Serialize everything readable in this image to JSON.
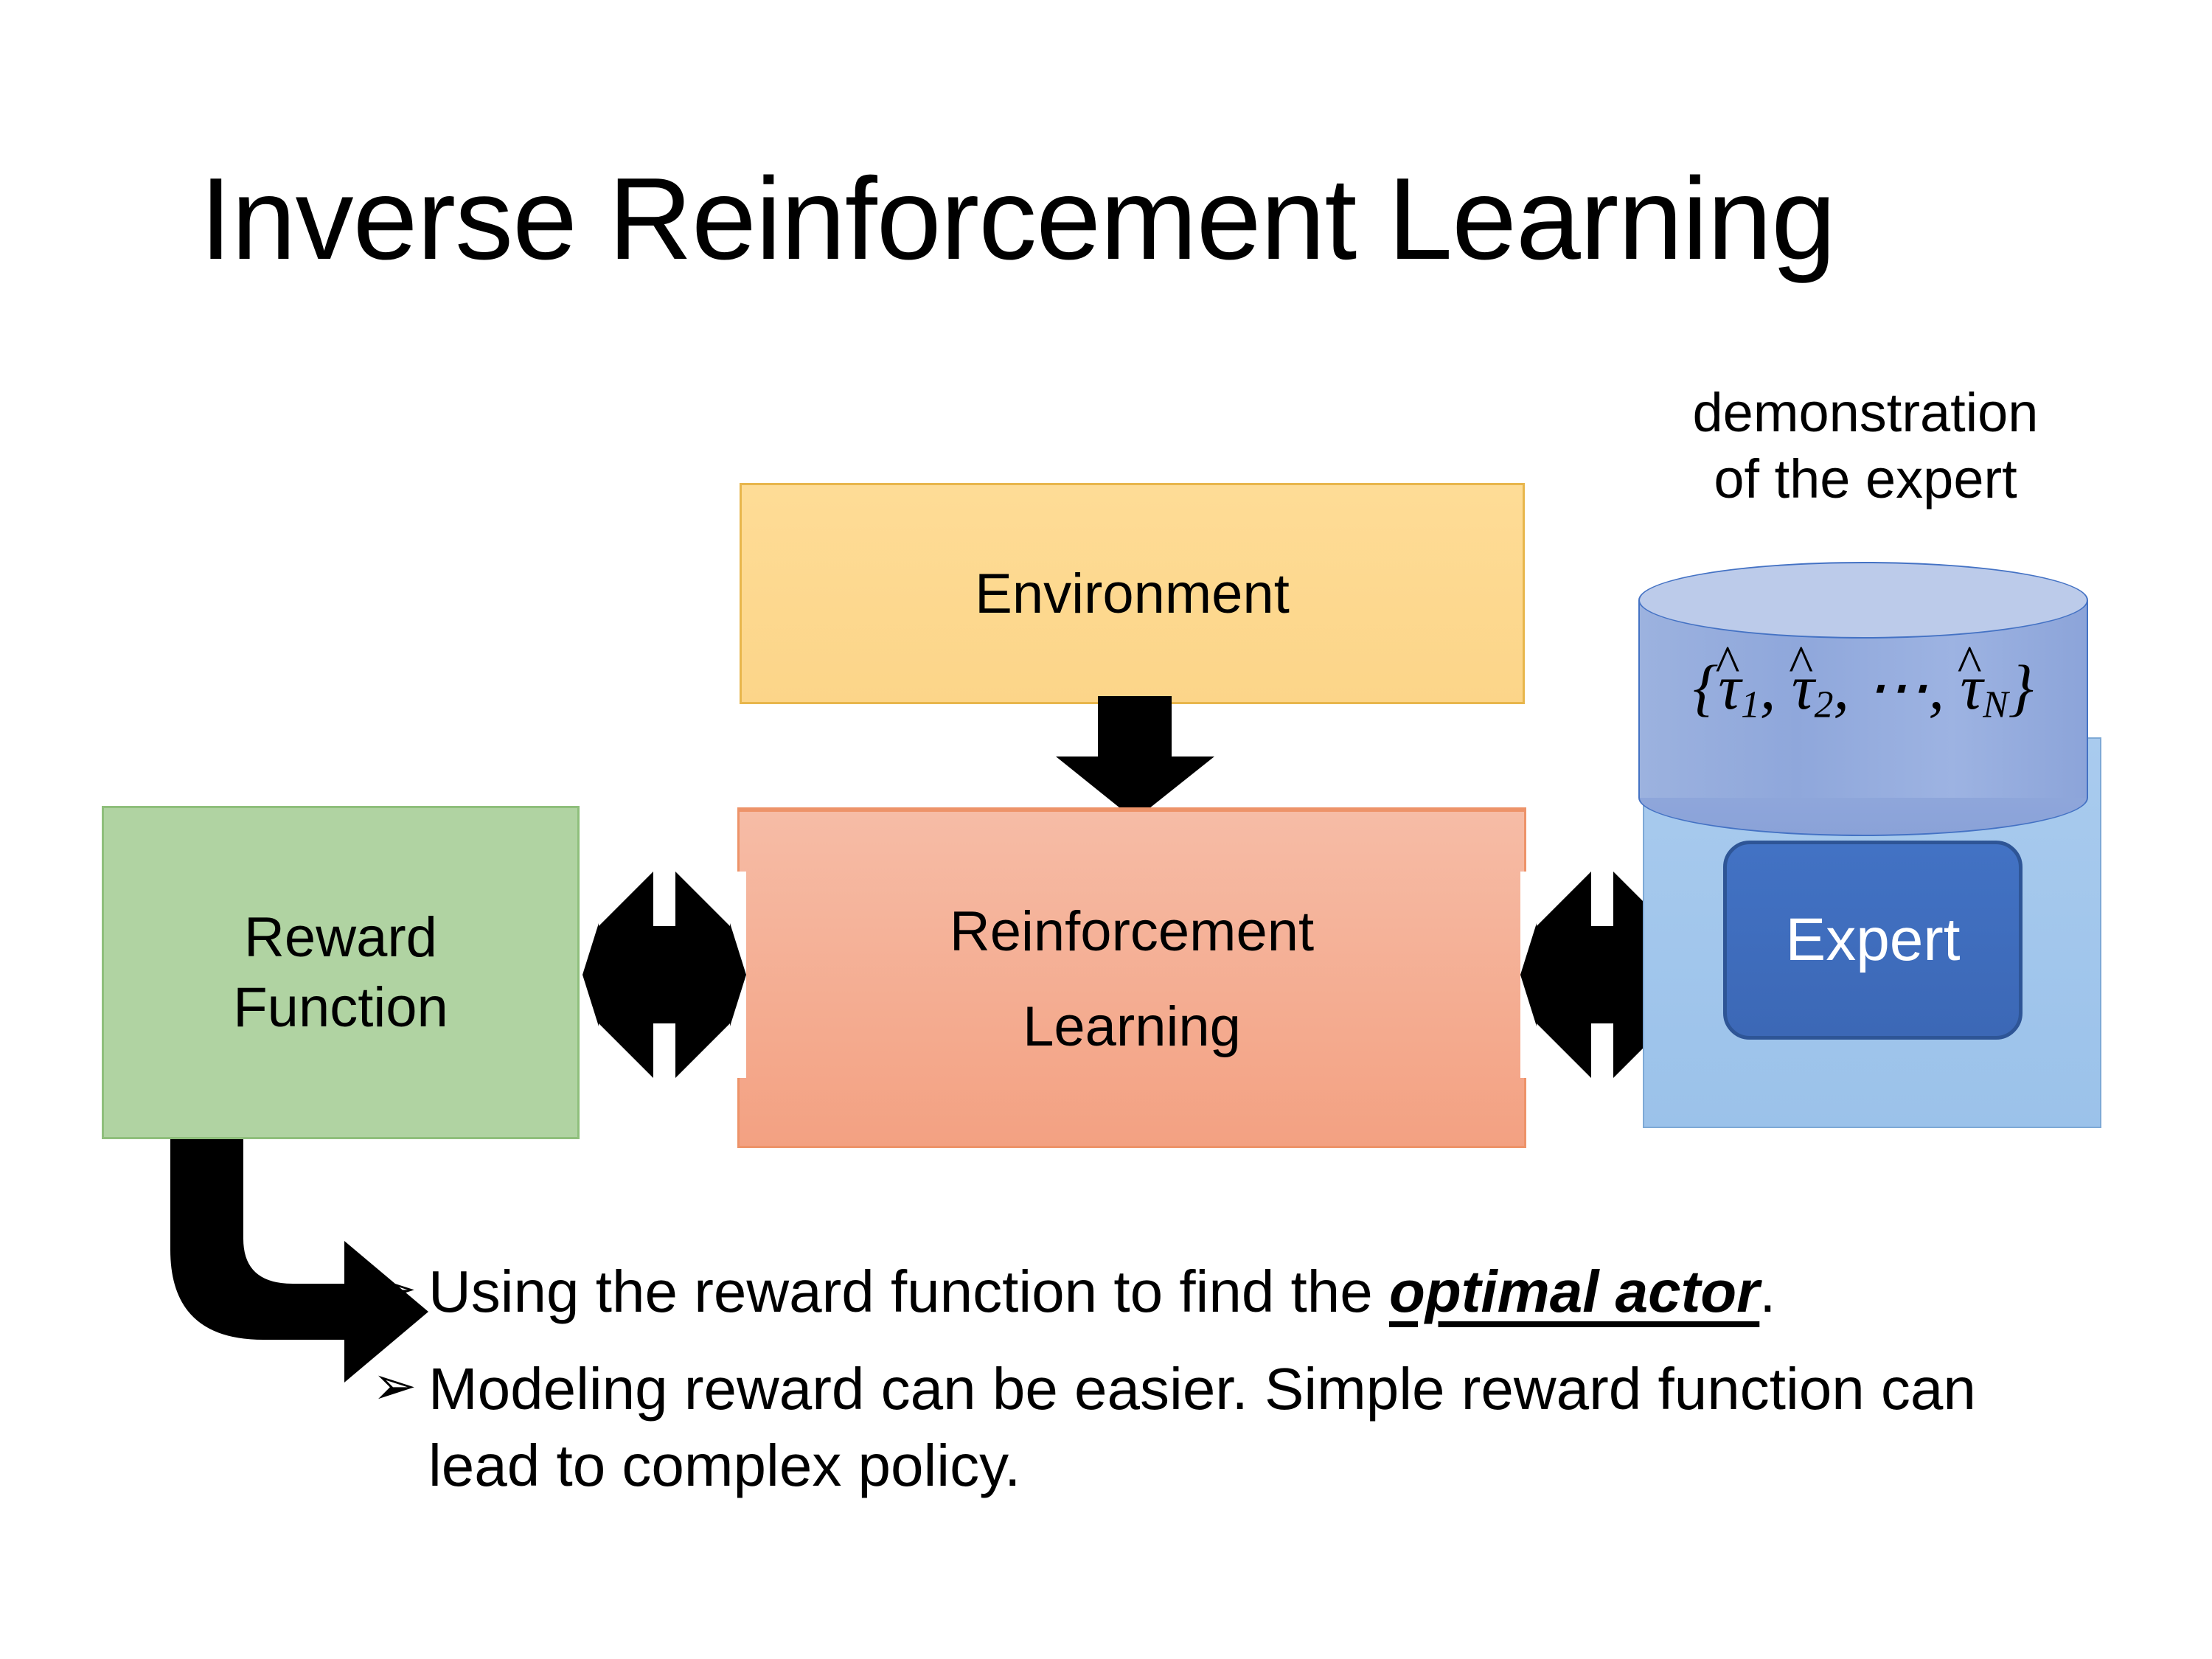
{
  "slide": {
    "title": "Inverse Reinforcement Learning",
    "background": "#FFFFFF"
  },
  "diagram": {
    "environment": {
      "label": "Environment",
      "fill": "#FDD98E",
      "border": "#E8B64C"
    },
    "reinforcement_learning": {
      "label_line1": "Reinforcement",
      "label_line2": "Learning",
      "fill_top": "#F6BCA6",
      "fill_bottom": "#F3A182",
      "border": "#ED9369"
    },
    "reward_function": {
      "label_line1": "Reward",
      "label_line2": "Function",
      "fill": "#B0D3A2",
      "border": "#8FBF7C"
    },
    "expert_group": {
      "caption_line1": "demonstration",
      "caption_line2": "of the expert",
      "panel_fill": "#A3C6EC",
      "panel_border": "#7EA9D6",
      "expert_button": {
        "label": "Expert",
        "fill": "#4272C4",
        "border": "#2E5596",
        "text_color": "#FFFFFF"
      },
      "database_cylinder": {
        "formula_open": "{",
        "tau1": "τ",
        "tau1_sub": "1",
        "sep1": ", ",
        "tau2": "τ",
        "tau2_sub": "2",
        "sep2": ", ",
        "ellipsis": "⋯",
        "sep3": ", ",
        "tauN": "τ",
        "tauN_sub": "N",
        "formula_close": "}",
        "formula_plain": "{τ̂1, τ̂2, ⋯, τ̂N}",
        "body_fill": "#93AADD",
        "top_fill": "#BCCBEA",
        "outline": "#4472C4"
      }
    },
    "connectors": [
      {
        "name": "environment-to-rl-arrow",
        "kind": "down-arrow",
        "color": "#000000"
      },
      {
        "name": "reward-rl-quad-arrow",
        "kind": "four-way-arrow",
        "color": "#000000"
      },
      {
        "name": "rl-expert-quad-arrow",
        "kind": "four-way-arrow",
        "color": "#000000"
      },
      {
        "name": "reward-to-bullet-elbow-arrow",
        "kind": "bent-arrow",
        "color": "#000000"
      }
    ]
  },
  "bullets": [
    {
      "marker": "➢",
      "text_before": "Using the reward function to find the ",
      "emphasis": "optimal actor",
      "text_after": "."
    },
    {
      "marker": "➢",
      "text_before": "Modeling reward can be easier. Simple reward function can lead to complex policy.",
      "emphasis": "",
      "text_after": ""
    }
  ]
}
